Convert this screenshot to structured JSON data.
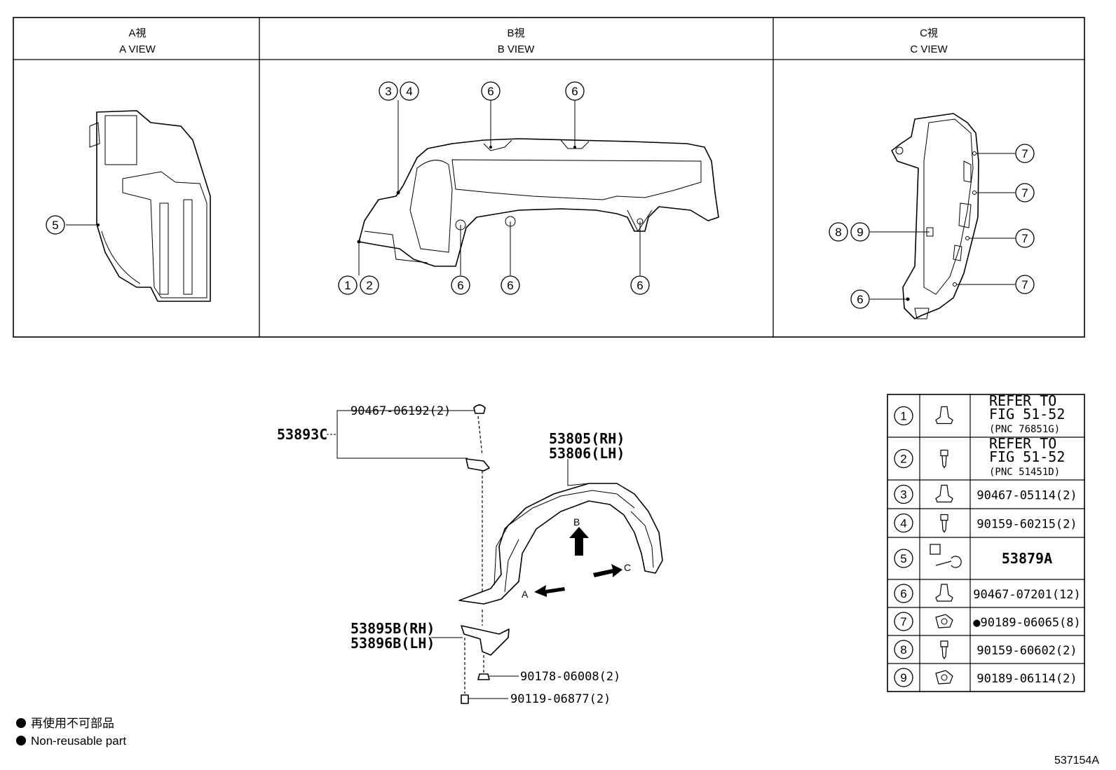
{
  "views": [
    {
      "title_jp": "A視",
      "title_en": "A VIEW"
    },
    {
      "title_jp": "B視",
      "title_en": "B VIEW"
    },
    {
      "title_jp": "C視",
      "title_en": "C VIEW"
    }
  ],
  "callouts": {
    "a_view": [
      "5"
    ],
    "b_view": [
      "3",
      "4",
      "6",
      "6",
      "1",
      "2",
      "6",
      "6",
      "6"
    ],
    "c_view": [
      "7",
      "7",
      "7",
      "7",
      "8",
      "9",
      "6"
    ]
  },
  "main_labels": {
    "clip_top": "90467-06192(2)",
    "seal_assy": "53893C",
    "liner_rh": "53805(RH)",
    "liner_lh": "53806(LH)",
    "bracket_rh": "53895B(RH)",
    "bracket_lh": "53896B(LH)",
    "nut": "90178-06008(2)",
    "bolt": "90119-06877(2)",
    "arrow_a": "A",
    "arrow_b": "B",
    "arrow_c": "C"
  },
  "parts_table": [
    {
      "num": "1",
      "part_lines": [
        "REFER TO",
        "FIG 51-52",
        "(PNC 76851G)"
      ],
      "icon": "clip-icon"
    },
    {
      "num": "2",
      "part_lines": [
        "REFER TO",
        "FIG 51-52",
        "(PNC 51451D)"
      ],
      "icon": "screw-icon"
    },
    {
      "num": "3",
      "part_lines": [
        "90467-05114(2)"
      ],
      "icon": "clip-icon"
    },
    {
      "num": "4",
      "part_lines": [
        "90159-60215(2)"
      ],
      "icon": "screw-icon"
    },
    {
      "num": "5",
      "part_lines": [
        "53879A"
      ],
      "icon": "retainer-icon"
    },
    {
      "num": "6",
      "part_lines": [
        "90467-07201(12)"
      ],
      "icon": "clip-icon"
    },
    {
      "num": "7",
      "part_lines": [
        "●90189-06065(8)"
      ],
      "icon": "nut-icon"
    },
    {
      "num": "8",
      "part_lines": [
        "90159-60602(2)"
      ],
      "icon": "screw-icon"
    },
    {
      "num": "9",
      "part_lines": [
        "90189-06114(2)"
      ],
      "icon": "nut-icon"
    }
  ],
  "legend": {
    "bullet": "●",
    "jp": "再使用不可部品",
    "en": "Non-reusable part"
  },
  "figure_id": "537154A"
}
